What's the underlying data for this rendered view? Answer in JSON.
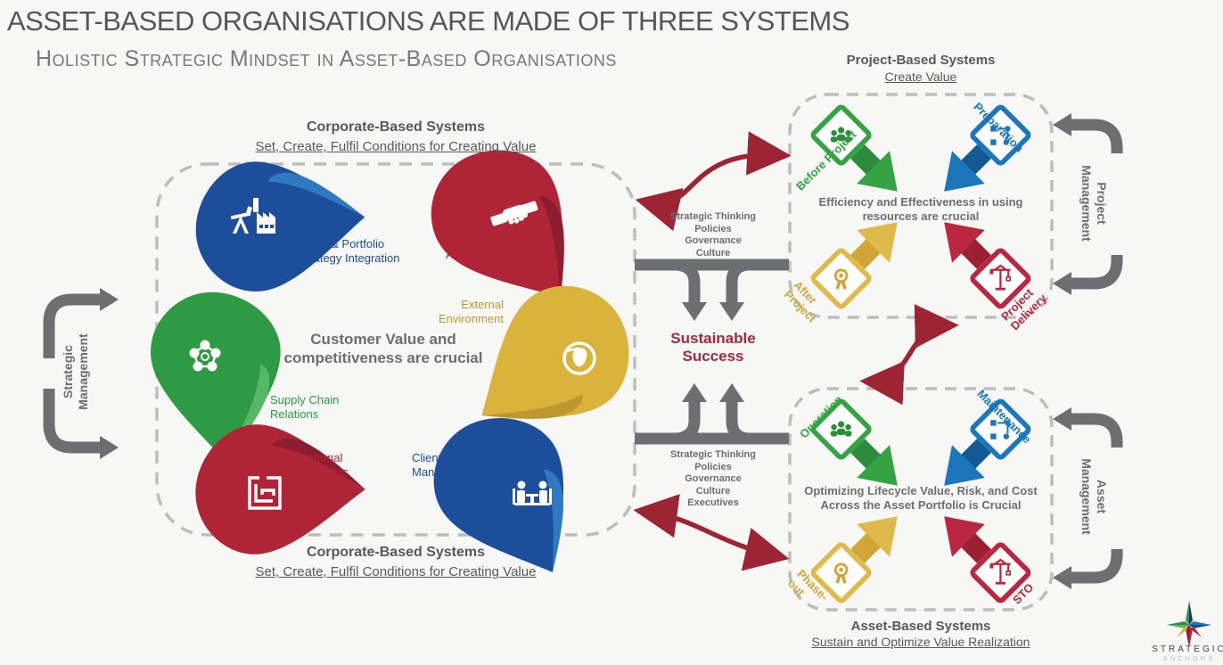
{
  "header": {
    "title": "ASSET-BASED ORGANISATIONS ARE MADE OF THREE SYSTEMS",
    "subtitle": "Holistic Strategic Mindset in Asset-Based Organisations"
  },
  "left": {
    "side_label": "Strategic\nManagement"
  },
  "corporate": {
    "title": "Corporate-Based Systems",
    "tagline": "Set, Create, Fulfil Conditions for Creating Value",
    "center_text": "Customer Value and\ncompetitiveness are crucial",
    "petals": [
      {
        "label": "Asset & Portfolio\nStrategy Integration",
        "color": "#1c4e9b",
        "icon": "factory-icon"
      },
      {
        "label": "Partnering\nArrangements",
        "color": "#b02438",
        "icon": "handshake-icon"
      },
      {
        "label": "External\nEnvironment",
        "color": "#d9b33c",
        "icon": "globe-icon"
      },
      {
        "label": "Supply Chain\nRelations",
        "color": "#2e9b44",
        "icon": "network-icon"
      },
      {
        "label": "Internal\nSystems",
        "color": "#b02438",
        "icon": "maze-icon"
      },
      {
        "label": "Client\nManagement",
        "color": "#1c4e9b",
        "icon": "meeting-icon"
      }
    ]
  },
  "middle": {
    "stack": "Strategic Thinking\nPolicies\nGovernance\nCulture\nExecutives",
    "success": "Sustainable\nSuccess"
  },
  "project": {
    "title": "Project-Based Systems",
    "tagline": "Create Value",
    "center_text": "Efficiency and Effectiveness in using\nresources are crucial",
    "side_label": "Project\nManagement",
    "arrows": [
      {
        "label": "Before Project",
        "color": "#35a344",
        "icon": "team-icon"
      },
      {
        "label": "Preparation",
        "color": "#1b76bc",
        "icon": "flowchart-icon"
      },
      {
        "label": "After\nProject",
        "color": "#ddba4a",
        "icon": "award-icon"
      },
      {
        "label": "Project\nDelivery",
        "color": "#bb2740",
        "icon": "crane-icon"
      }
    ]
  },
  "asset": {
    "title": "Asset-Based Systems",
    "tagline": "Sustain and Optimize Value Realization",
    "center_text": "Optimizing Lifecycle Value, Risk, and Cost\nAcross the Asset Portfolio is Crucial",
    "side_label": "Asset\nManagement",
    "arrows": [
      {
        "label": "Operation",
        "color": "#35a344",
        "icon": "team-icon"
      },
      {
        "label": "Maintenance",
        "color": "#1b76bc",
        "icon": "flowchart-icon"
      },
      {
        "label": "Phase-\nout",
        "color": "#ddba4a",
        "icon": "award-icon"
      },
      {
        "label": "STO",
        "color": "#bb2740",
        "icon": "crane-icon"
      }
    ]
  },
  "logo": {
    "name": "STRATEGIC",
    "sub": "ANCHORS"
  },
  "colors": {
    "blue": "#1c4e9b",
    "blue_fold": "#2f79c2",
    "red": "#b02438",
    "red_fold": "#8d1e30",
    "green": "#2e9b44",
    "green_fold": "#56b768",
    "gold": "#d9b33c",
    "gold_fold": "#bd982e",
    "arrow_green": "#35a344",
    "arrow_blue": "#1b76bc",
    "arrow_gold": "#ddba4a",
    "arrow_red": "#bb2740",
    "gray_arrow": "#6d6e71",
    "connector_red": "#9d2533",
    "dash_border": "#bdbdbd",
    "success_red": "#a32a3c",
    "background": "#f7f7f6"
  }
}
